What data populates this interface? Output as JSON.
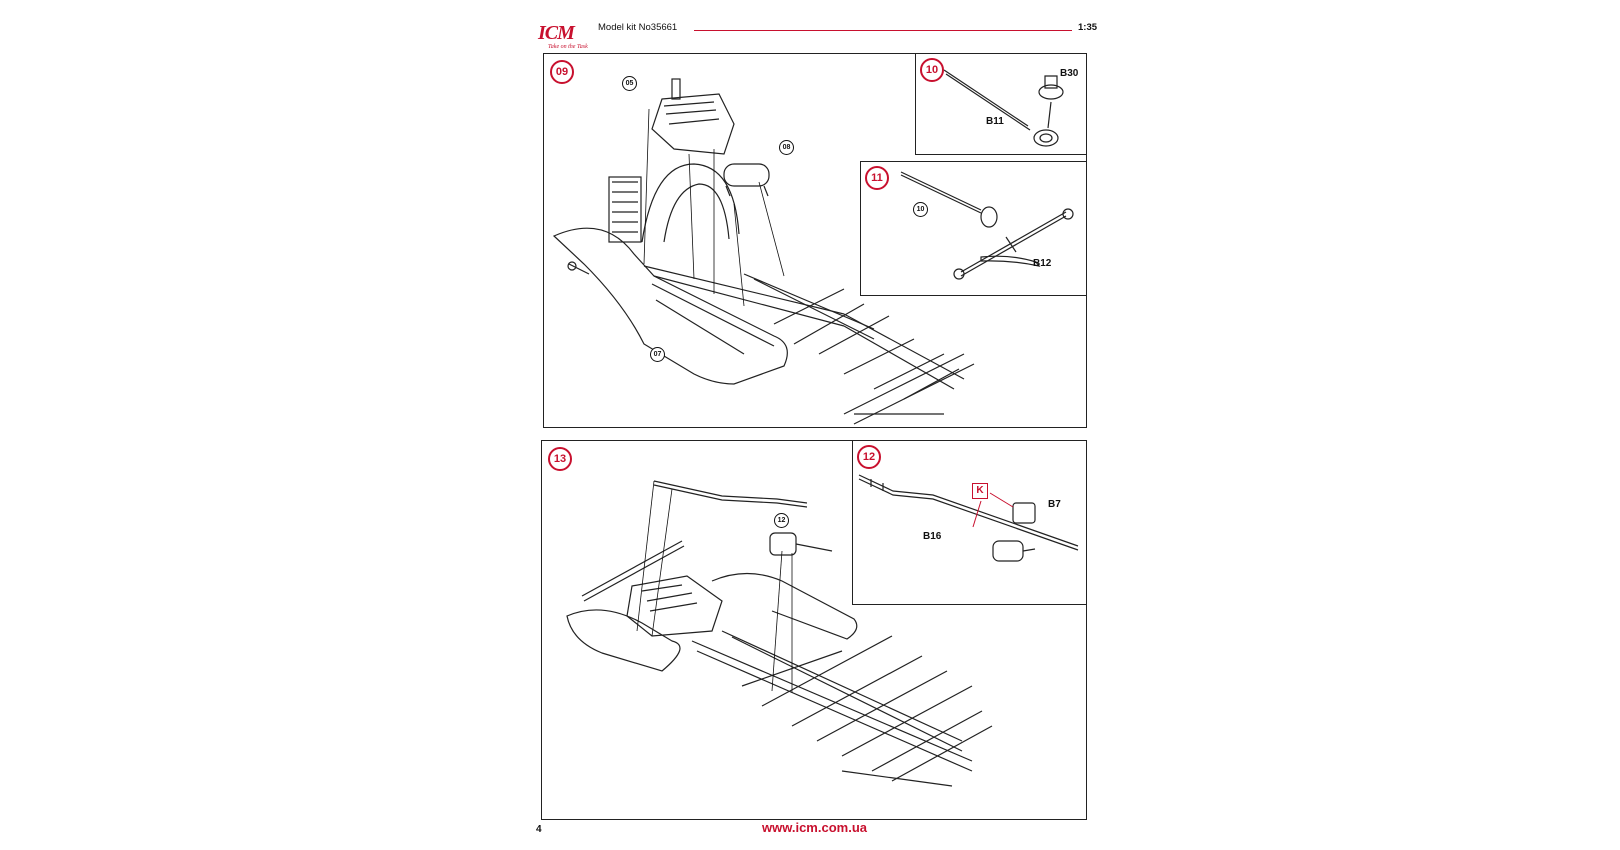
{
  "header": {
    "logo": "ICM",
    "logo_tagline": "Take on the Task",
    "model_kit": "Model kit No35661",
    "scale": "1:35"
  },
  "step09": {
    "number": "09",
    "refs": [
      "05",
      "08",
      "07"
    ]
  },
  "step10": {
    "number": "10",
    "parts": [
      "B30",
      "B11"
    ]
  },
  "step11": {
    "number": "11",
    "refs": [
      "10"
    ],
    "parts": [
      "B12"
    ]
  },
  "step13": {
    "number": "13",
    "refs": [
      "12"
    ]
  },
  "step12": {
    "number": "12",
    "glue_marker": "K",
    "parts": [
      "B7",
      "B16"
    ]
  },
  "footer": {
    "page_number": "4",
    "url": "www.icm.com.ua"
  },
  "colors": {
    "accent": "#c8102e",
    "line": "#222222"
  }
}
